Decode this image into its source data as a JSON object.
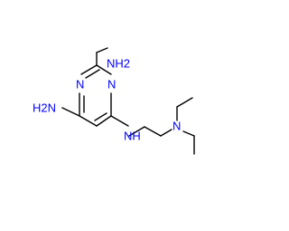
{
  "molecule": {
    "labels": {
      "nh2_top": "NH2",
      "h2n_left": "H2N",
      "ring_n1": "N",
      "ring_n2": "N",
      "nh_linker": "NH",
      "n_amine": "N"
    },
    "colors": {
      "bond": "#000000",
      "heteroatom": "#0000ff",
      "background": "#ffffff"
    }
  }
}
